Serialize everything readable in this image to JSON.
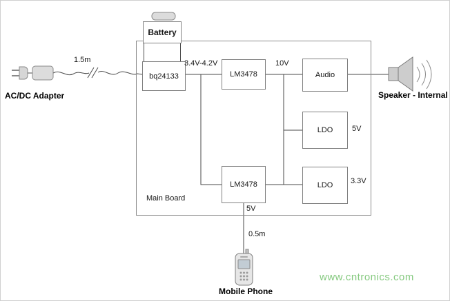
{
  "external": {
    "battery": {
      "label": "Battery"
    },
    "adapter": {
      "label": "AC/DC Adapter",
      "cable_length": "1.5m"
    },
    "speaker": {
      "label": "Speaker - Internal"
    },
    "phone": {
      "label": "Mobile Phone",
      "cable_length": "0.5m"
    }
  },
  "board": {
    "label": "Main Board",
    "blocks": {
      "charger": {
        "label": "bq24133"
      },
      "boost_top": {
        "label": "LM3478"
      },
      "boost_bottom": {
        "label": "LM3478"
      },
      "audio": {
        "label": "Audio"
      },
      "ldo_top": {
        "label": "LDO"
      },
      "ldo_bottom": {
        "label": "LDO"
      }
    }
  },
  "nets": {
    "battery_rail": "3.4V-4.2V",
    "boost_rail": "10V",
    "ldo_top_rail": "5V",
    "ldo_bottom_rail": "3.3V",
    "phone_rail": "5V"
  },
  "watermark": {
    "text": "www.cntronics.com",
    "color": "#85c97f"
  }
}
